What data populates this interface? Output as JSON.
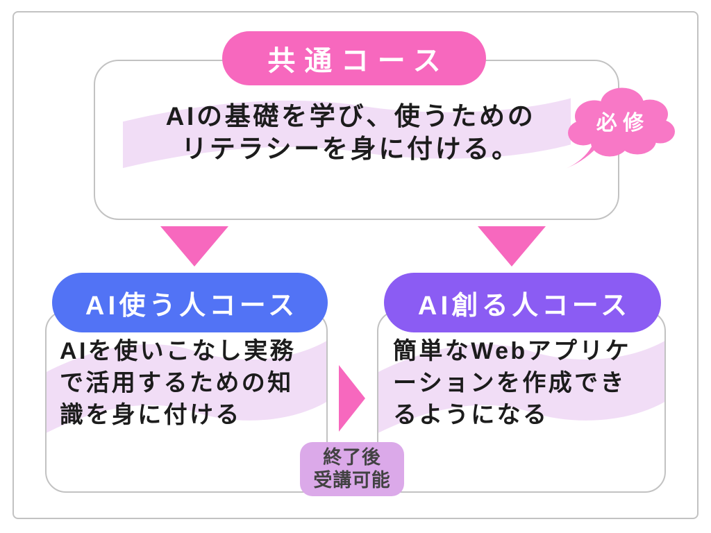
{
  "colors": {
    "pink": "#F768BE",
    "pink-cloud": "#F878C6",
    "blue": "#5273F5",
    "purple": "#8B5CF3",
    "ribbon": "#F1DDF6",
    "badge": "#DBA9E9",
    "border": "#C2C2C2",
    "text": "#1C1C1C"
  },
  "common_course": {
    "title": "共通コース",
    "required_badge": "必修",
    "description_lines": [
      "AIの基礎を学び、使うための",
      "リテラシーを身に付ける。"
    ]
  },
  "user_course": {
    "title": "AI使う人コース",
    "description_lines": [
      "AIを使いこなし実務",
      "で活用するための知",
      "識を身に付ける"
    ]
  },
  "creator_course": {
    "title": "AI創る人コース",
    "description_lines": [
      "簡単なWebアプリケ",
      "ーションを作成でき",
      "るようになる"
    ]
  },
  "transition_badge": {
    "lines": [
      "終了後",
      "受講可能"
    ]
  }
}
